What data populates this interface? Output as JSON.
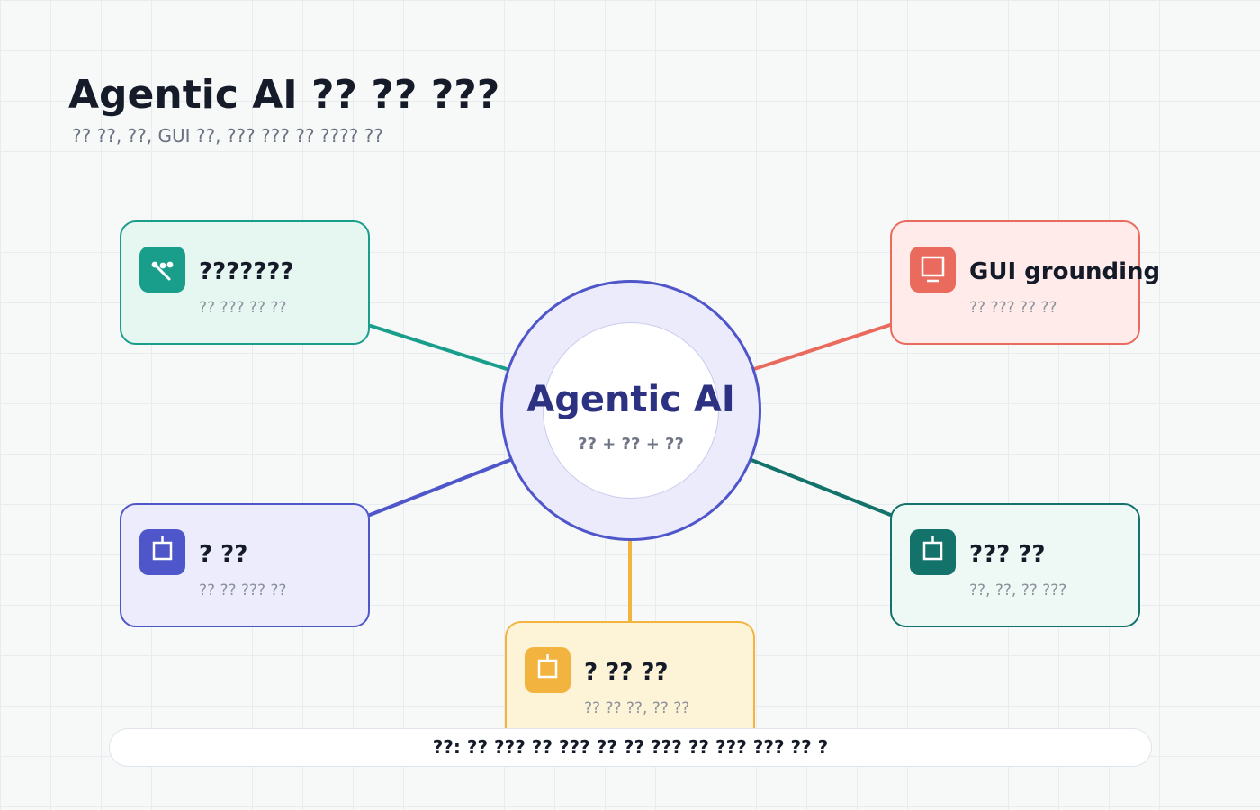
{
  "header": {
    "title": "Agentic AI ?? ?? ???",
    "subtitle": "?? ??, ??, GUI ??, ??? ??? ?? ???? ??"
  },
  "hub": {
    "title": "Agentic AI",
    "subtitle": "?? + ?? + ??",
    "color": "#4f56c9"
  },
  "nodes": {
    "top_left": {
      "title": "???????",
      "desc": "?? ??? ?? ??",
      "icon": "tools-icon",
      "color": "#1a9e8c"
    },
    "top_right": {
      "title": "GUI grounding",
      "desc": "?? ??? ?? ??",
      "icon": "monitor-icon",
      "color": "#ea6b5e"
    },
    "mid_left": {
      "title": "? ??",
      "desc": "?? ?? ??? ??",
      "icon": "web-icon",
      "color": "#4f56c9"
    },
    "mid_right": {
      "title": "??? ??",
      "desc": "??, ??, ?? ???",
      "icon": "evaluation-icon",
      "color": "#13726a"
    },
    "bottom": {
      "title": "? ?? ??",
      "desc": "?? ?? ??, ?? ??",
      "icon": "data-icon",
      "color": "#f2b33f"
    }
  },
  "footer": {
    "text": "??: ?? ??? ?? ??? ?? ?? ??? ?? ??? ??? ?? ?"
  }
}
